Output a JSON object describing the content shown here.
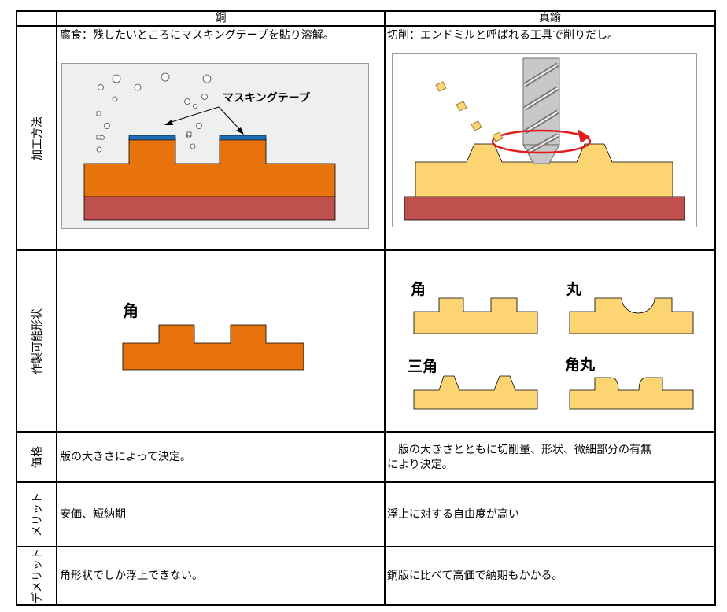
{
  "header": {
    "copper": "銅",
    "brass": "真鍮"
  },
  "rows": {
    "processing": {
      "label": "加工方法",
      "copper_text": "腐食：残したいところにマスキングテープを貼り溶解。",
      "brass_text": "切削：エンドミルと呼ばれる工具で削りだし。",
      "masking_tape_label": "マスキングテープ"
    },
    "shapes": {
      "label": "作製可能形状",
      "copper_shape": "角",
      "brass_shapes": [
        "角",
        "丸",
        "三角",
        "角丸"
      ]
    },
    "price": {
      "label": "価格",
      "copper_text": "版の大きさによって決定。",
      "brass_text_line1": "　版の大きさとともに切削量、形状、微細部分の有無",
      "brass_text_line2": "により決定。"
    },
    "merit": {
      "label": "メリット",
      "copper_text": "安価、短納期",
      "brass_text": "浮上に対する自由度が高い"
    },
    "demerit": {
      "label": "デメリット",
      "copper_text": "角形状でしか浮上できない。",
      "brass_text": "銅版に比べて高価で納期もかかる。"
    }
  },
  "colors": {
    "copper": "#e8720c",
    "copper_base": "#c0504d",
    "tape": "#1f6db4",
    "brass": "#fcd472",
    "arrow": "#e31b1b",
    "panel_bg": "#eef0f0"
  }
}
